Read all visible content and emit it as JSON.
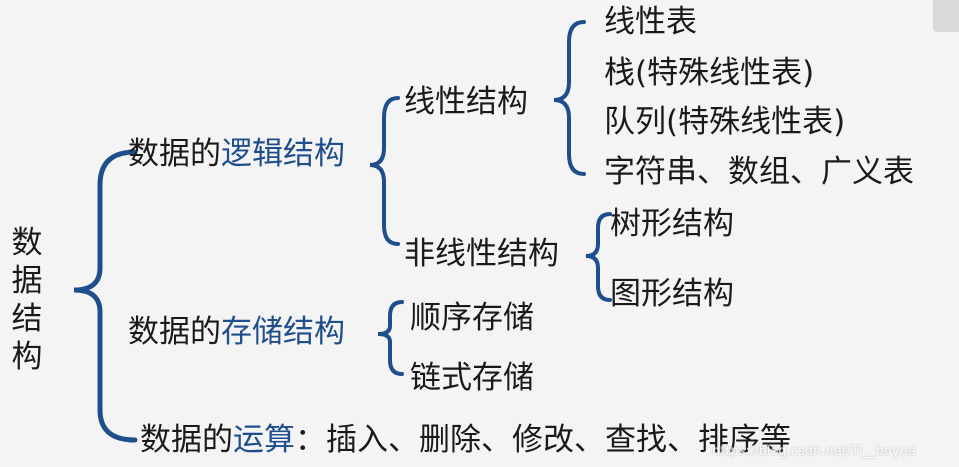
{
  "colors": {
    "brace": "#1f4e8c",
    "accent_text": "#1f4e8c",
    "text": "#1a1a1a",
    "background": "#f4f4f4"
  },
  "root": {
    "label": "数据结构",
    "chars": [
      "数",
      "据",
      "结",
      "构"
    ]
  },
  "logical": {
    "prefix": "数据的",
    "accent": "逻辑结构",
    "linear": {
      "label": "线性结构",
      "items": [
        "线性表",
        "栈(特殊线性表)",
        "队列(特殊线性表)",
        "字符串、数组、广义表"
      ]
    },
    "nonlinear": {
      "label": "非线性结构",
      "items": [
        "树形结构",
        "图形结构"
      ]
    }
  },
  "storage": {
    "prefix": "数据的",
    "accent": "存储结构",
    "items": [
      "顺序存储",
      "链式存储"
    ]
  },
  "operation": {
    "prefix": "数据的",
    "accent": "运算",
    "suffix": "：插入、删除、修改、查找、排序等"
  },
  "watermark": "https://blog.csdn.net/Tl__boyue"
}
